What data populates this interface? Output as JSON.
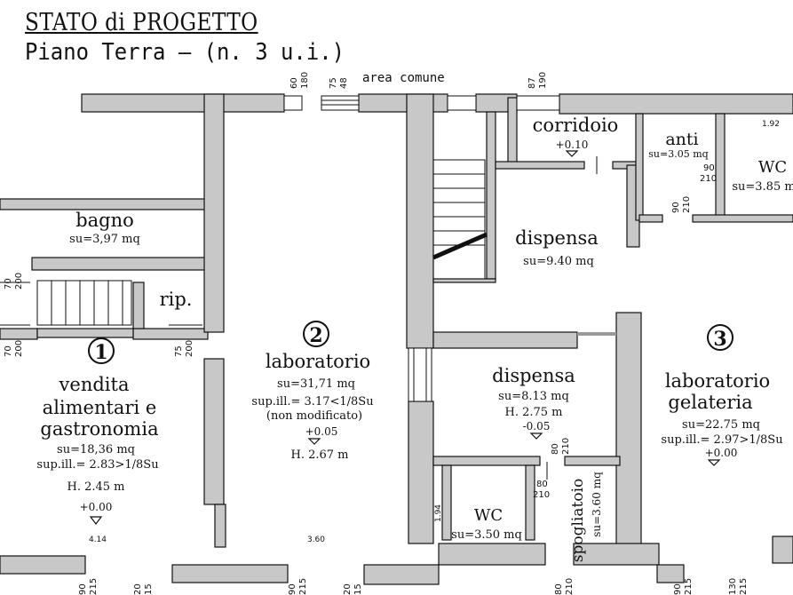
{
  "title": "STATO di PROGETTO",
  "subtitle": "Piano Terra – (n. 3 u.i.)",
  "area_comune": "area comune",
  "unit_numbers": [
    "1",
    "2",
    "3"
  ],
  "rooms": {
    "bagno": {
      "name": "bagno",
      "area": "su=3,97 mq"
    },
    "rip": {
      "name": "rip."
    },
    "vendita": {
      "line1": "vendita",
      "line2": "alimentari e",
      "line3": "gastronomia",
      "area": "su=18,36 mq",
      "ill": "sup.ill.= 2.83>1/8Su",
      "height": "H. 2.45 m",
      "level": "+0.00"
    },
    "laboratorio": {
      "name": "laboratorio",
      "area": "su=31,71 mq",
      "ill": "sup.ill.= 3.17<1/8Su",
      "note": "(non modificato)",
      "level": "+0.05",
      "height": "H. 2.67 m"
    },
    "corridoio": {
      "name": "corridoio",
      "level": "+0.10"
    },
    "anti": {
      "name": "anti",
      "area": "su=3.05 mq"
    },
    "wc_top": {
      "name": "WC",
      "area": "su=3.85 m"
    },
    "dispensa_top": {
      "name": "dispensa",
      "area": "su=9.40 mq"
    },
    "dispensa_mid": {
      "name": "dispensa",
      "area": "su=8.13 mq",
      "height": "H. 2.75 m",
      "level": "-0.05"
    },
    "lab_gelateria": {
      "line1": "laboratorio",
      "line2": "gelateria",
      "area": "su=22.75 mq",
      "ill": "sup.ill.= 2.97>1/8Su",
      "level": "+0.00"
    },
    "wc_bottom": {
      "name": "WC",
      "area": "su=3.50 mq"
    },
    "spogliatoio": {
      "name": "spogliatoio",
      "area": "su=3.60 mq"
    }
  },
  "dimensions": {
    "w414": "4.14",
    "w360": "3.60",
    "w192": "1.92",
    "h194": "1.94",
    "d1": "60",
    "d2": "180",
    "d3": "75",
    "d4": "48",
    "d5": "87",
    "d6": "190",
    "d7": "90",
    "d8": "210",
    "d9": "90",
    "d10": "210",
    "d11": "70",
    "d12": "200",
    "d13": "70",
    "d14": "200",
    "d15": "75",
    "d16": "200",
    "d17": "80",
    "d18": "210",
    "d19": "80",
    "d20": "210",
    "b1": "90",
    "b2": "215",
    "b3": "20",
    "b4": "15",
    "b5": "90",
    "b6": "215",
    "b7": "20",
    "b8": "15",
    "b9": "80",
    "b10": "210",
    "b11": "90",
    "b12": "215",
    "b13": "130",
    "b14": "215"
  },
  "colors": {
    "wall": "#c8c8c8",
    "line": "#111111",
    "background": "#ffffff"
  }
}
